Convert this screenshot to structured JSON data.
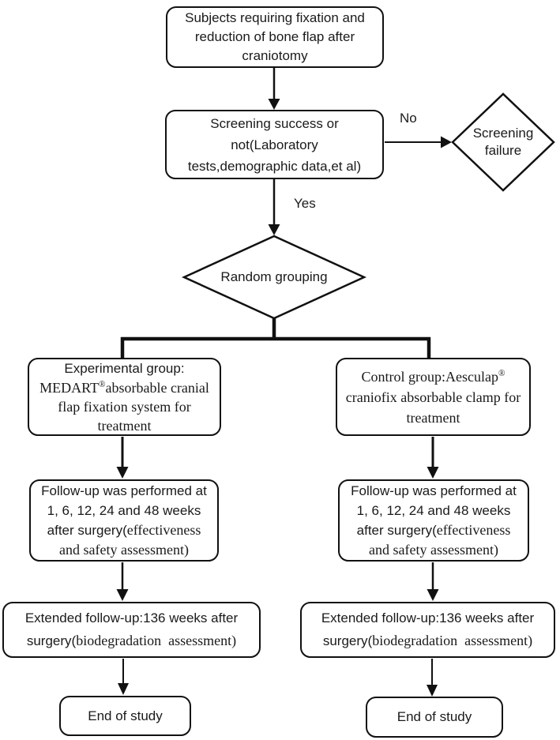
{
  "colors": {
    "stroke": "#111111",
    "text": "#1a1a1a",
    "background": "#ffffff"
  },
  "nodes": {
    "subjects": {
      "line1": "Subjects requiring fixation and",
      "line2": "reduction of bone flap after",
      "line3": "craniotomy"
    },
    "screening": {
      "line1": "Screening success or",
      "line2": "not(Laboratory",
      "line3": "tests,demographic data,et al)"
    },
    "screening_failure": {
      "line1": "Screening",
      "line2": "failure"
    },
    "random_grouping": {
      "label": "Random grouping"
    },
    "experimental": {
      "line1": "Experimental group:",
      "line2_brand": "MEDART",
      "line2_reg": "®",
      "line2_rest": "absorbable cranial",
      "line3": "flap fixation system for",
      "line4": "treatment"
    },
    "control": {
      "line1_text": "Control group:Aesculap",
      "line1_reg": "®",
      "line2": "craniofix absorbable clamp for",
      "line3": "treatment"
    },
    "followup_left": {
      "line1": "Follow-up was performed at",
      "line2": "1, 6, 12, 24 and 48 weeks",
      "line3_sans": "after surgery(",
      "line3_serif": "effectiveness",
      "line4": "and safety assessment)"
    },
    "followup_right": {
      "line1": "Follow-up was performed at",
      "line2": "1, 6, 12, 24 and 48 weeks",
      "line3_sans": "after surgery(",
      "line3_serif": "effectiveness",
      "line4": "and safety assessment)"
    },
    "extended_left": {
      "line1": "Extended follow-up:136 weeks after",
      "line2_sans": "surgery(",
      "line2_serif": "biodegradation  assessment)"
    },
    "extended_right": {
      "line1": "Extended follow-up:136 weeks after",
      "line2_sans": "surgery(",
      "line2_serif": "biodegradation  assessment)"
    },
    "end_left": {
      "label": "End of study"
    },
    "end_right": {
      "label": "End of study"
    }
  },
  "edges": {
    "no_label": "No",
    "yes_label": "Yes"
  }
}
